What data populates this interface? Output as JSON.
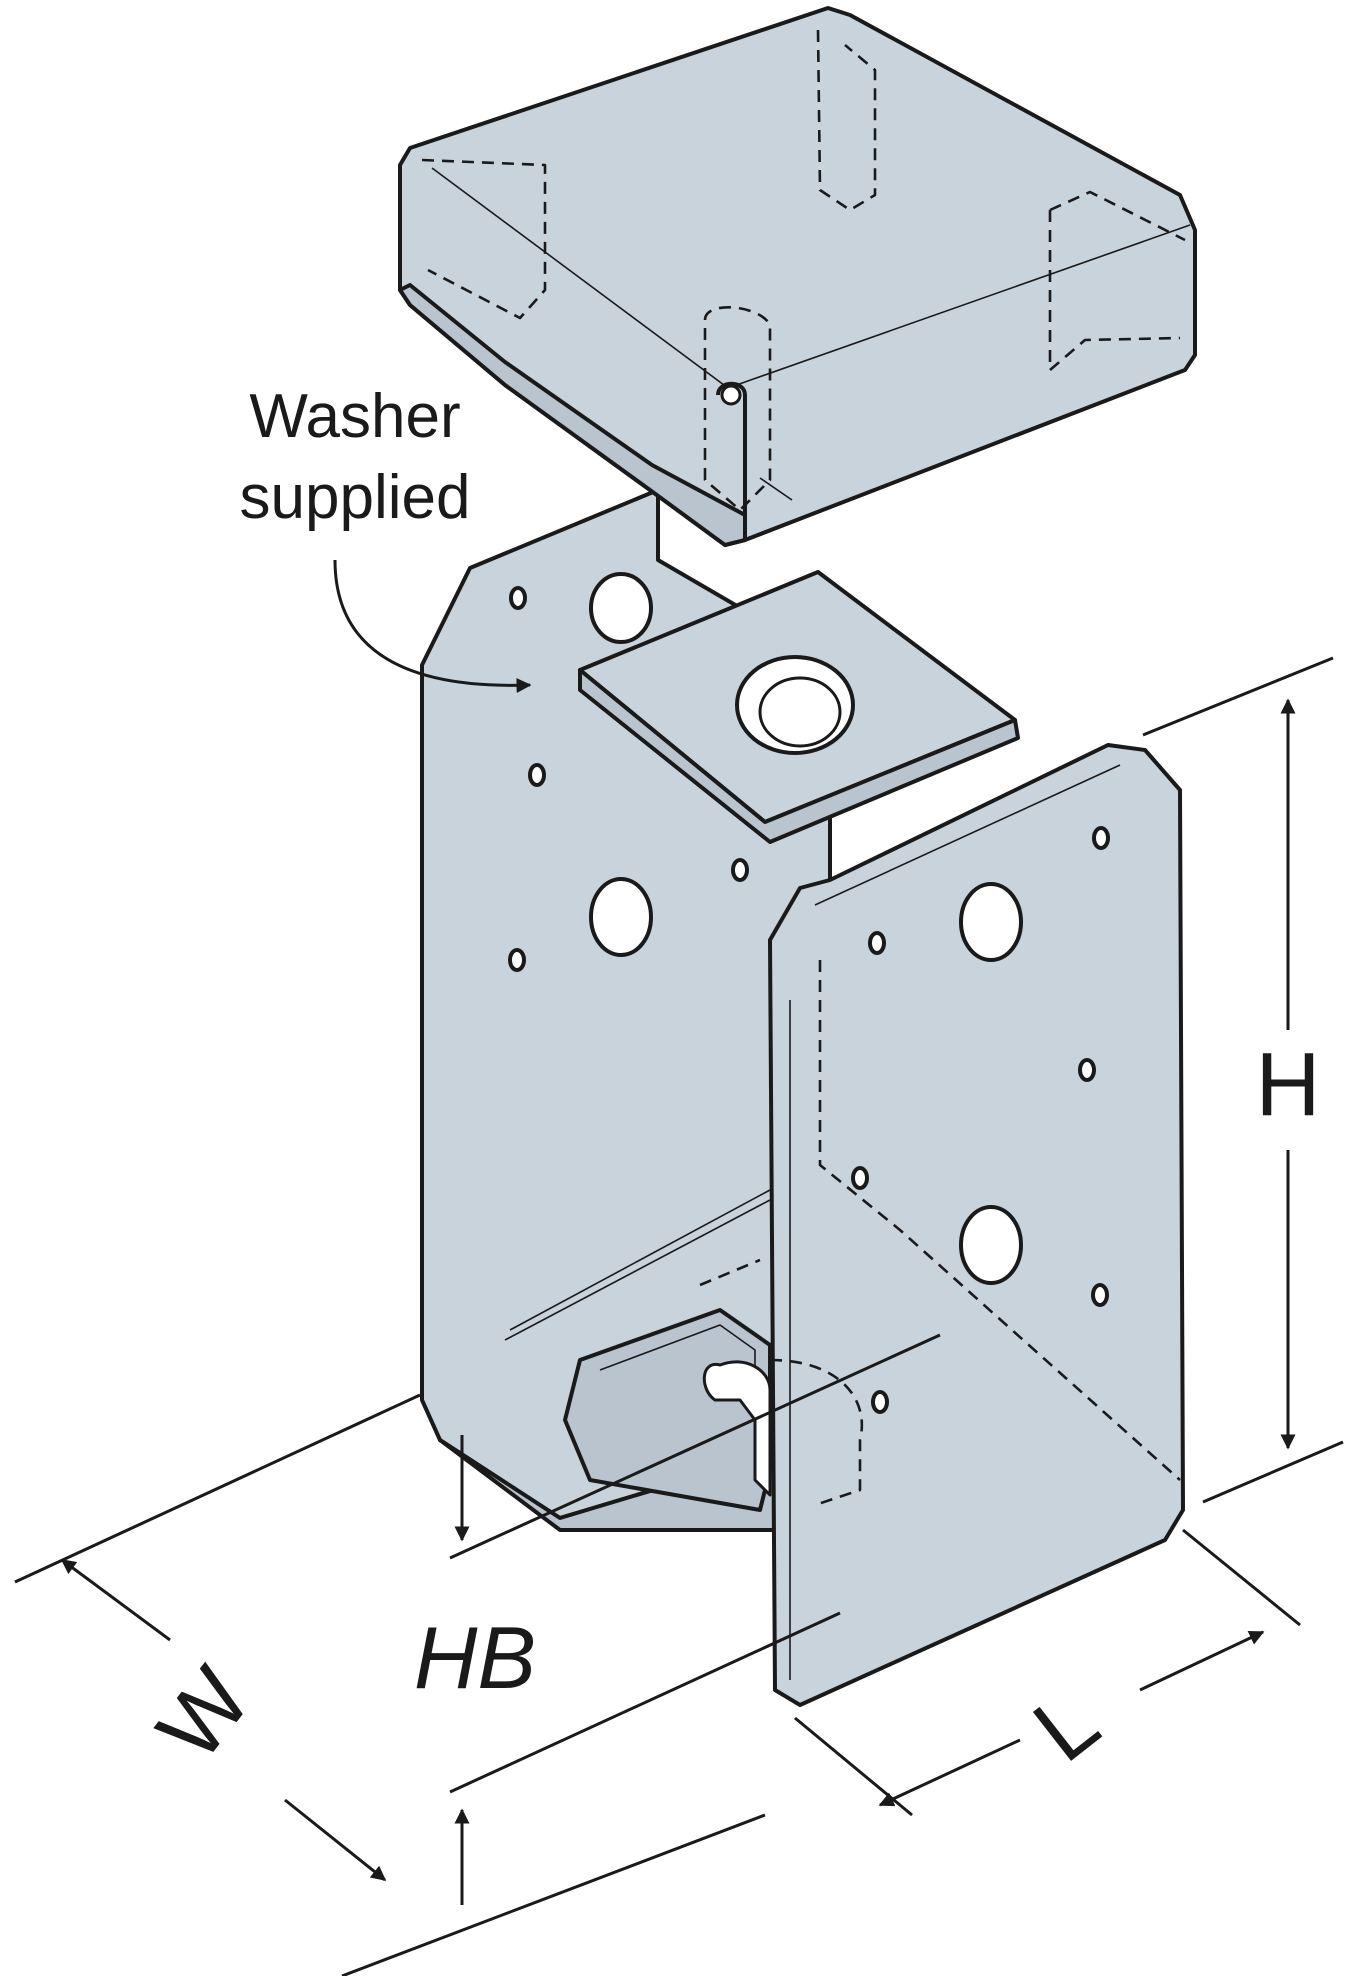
{
  "callout": {
    "line1": "Washer",
    "line2": "supplied"
  },
  "dimensions": {
    "height": "H",
    "height_base": "HB",
    "width": "W",
    "length": "L"
  },
  "colors": {
    "metal_fill": "#c9d3dc",
    "metal_shade": "#b9c4ce",
    "outline": "#1a1a1a",
    "background": "#ffffff"
  }
}
